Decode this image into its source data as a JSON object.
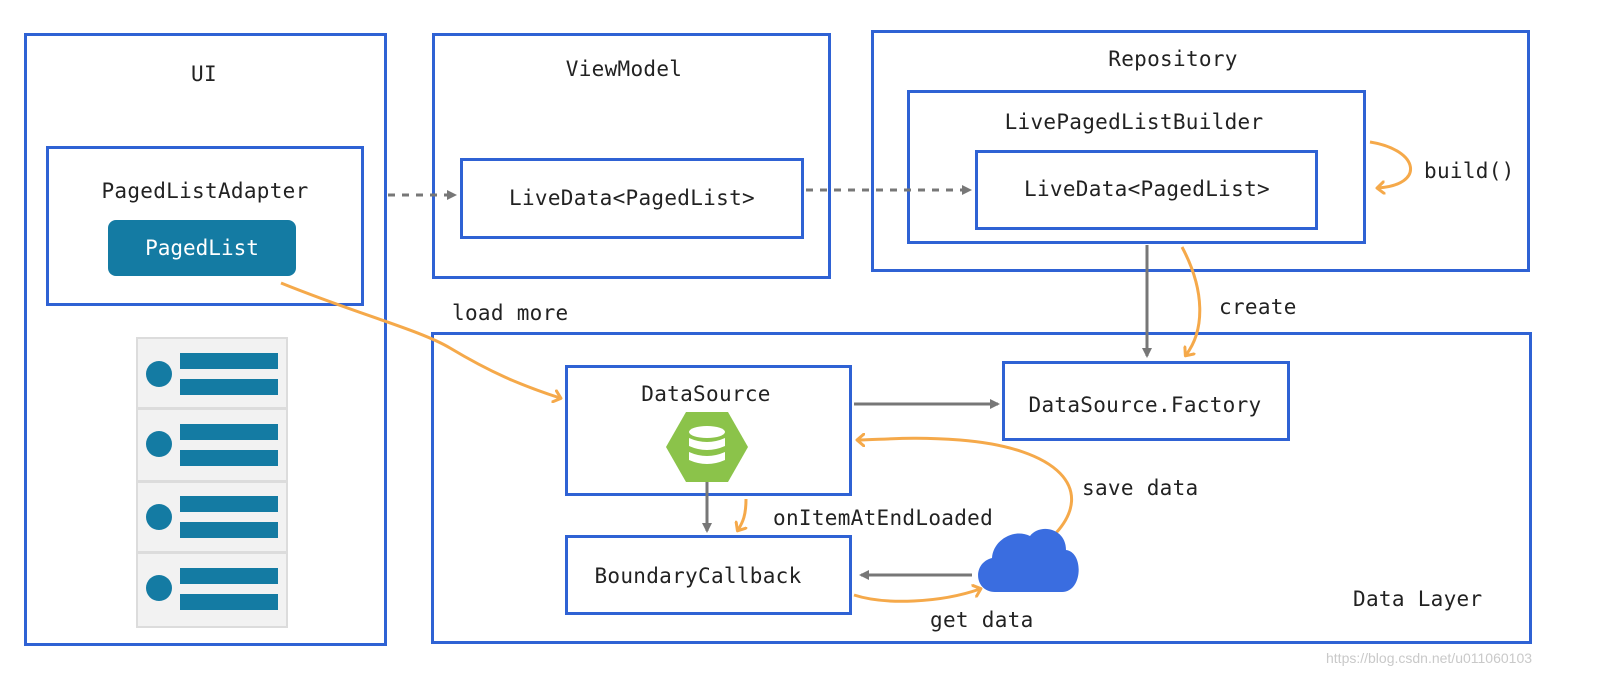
{
  "ui": {
    "title": "UI",
    "adapter_label": "PagedListAdapter",
    "pagedlist_label": "PagedList",
    "list_items": 4
  },
  "viewmodel": {
    "title": "ViewModel",
    "livedata_label": "LiveData<PagedList>"
  },
  "repository": {
    "title": "Repository",
    "builder_label": "LivePagedListBuilder",
    "livedata_label": "LiveData<PagedList>",
    "build_label": "build()"
  },
  "data_layer": {
    "title": "Data Layer",
    "datasource_label": "DataSource",
    "factory_label": "DataSource.Factory",
    "boundary_label": "BoundaryCallback"
  },
  "arrow_labels": {
    "load_more": "load more",
    "create": "create",
    "save_data": "save data",
    "on_item_at_end_loaded": "onItemAtEndLoaded",
    "get_data": "get data"
  },
  "watermark": "https://blog.csdn.net/u011060103",
  "colors": {
    "box_border": "#2f62d4",
    "pill": "#147ba3",
    "orange_arrow": "#f5a94a",
    "gray_arrow": "#777777",
    "database_hex": "#8bc34a",
    "cloud": "#3a6de0"
  },
  "icons": [
    "database-icon",
    "cloud-icon"
  ]
}
